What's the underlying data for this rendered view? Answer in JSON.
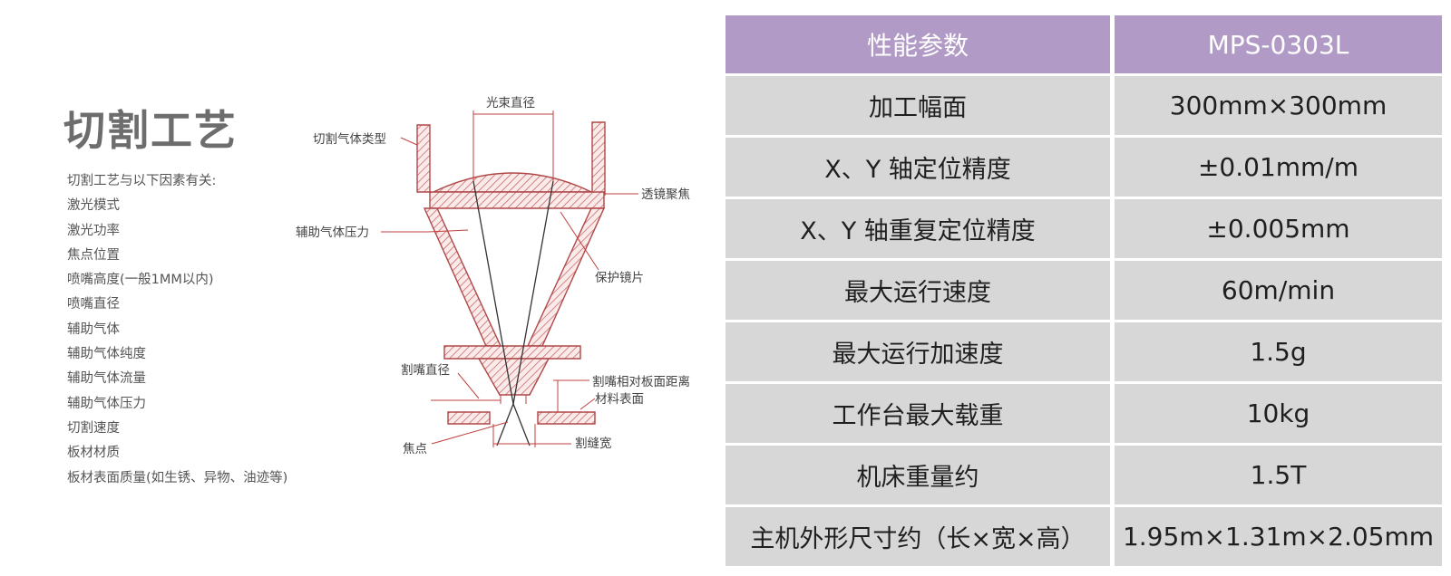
{
  "left": {
    "title": "切割工艺",
    "intro": "切割工艺与以下因素有关:",
    "factors": [
      "激光模式",
      "激光功率",
      "焦点位置",
      "喷嘴高度(一般1MM以内)",
      "喷嘴直径",
      "辅助气体",
      "辅助气体纯度",
      "辅助气体流量",
      "辅助气体压力",
      "切割速度",
      "板材材质",
      "板材表面质量(如生锈、异物、油迹等)"
    ]
  },
  "diagram": {
    "labels": {
      "beam_diameter": "光束直径",
      "cutting_gas_type": "切割气体类型",
      "focusing_lens": "透镜聚焦",
      "assist_gas_pressure": "辅助气体压力",
      "protective_lens": "保护镜片",
      "nozzle_diameter": "割嘴直径",
      "nozzle_distance": "割嘴相对板面距离",
      "material_surface": "材料表面",
      "focal_point": "焦点",
      "kerf_width": "割缝宽"
    }
  },
  "table": {
    "header": [
      "性能参数",
      "MPS-0303L"
    ],
    "rows": [
      [
        "加工幅面",
        "300mm×300mm"
      ],
      [
        "X、Y 轴定位精度",
        "±0.01mm/m"
      ],
      [
        "X、Y 轴重复定位精度",
        "±0.005mm"
      ],
      [
        "最大运行速度",
        "60m/min"
      ],
      [
        "最大运行加速度",
        "1.5g"
      ],
      [
        "工作台最大载重",
        "10kg"
      ],
      [
        "机床重量约",
        "1.5T"
      ],
      [
        "主机外形尺寸约（长×宽×高）",
        "1.95m×1.31m×2.05mm"
      ]
    ]
  }
}
